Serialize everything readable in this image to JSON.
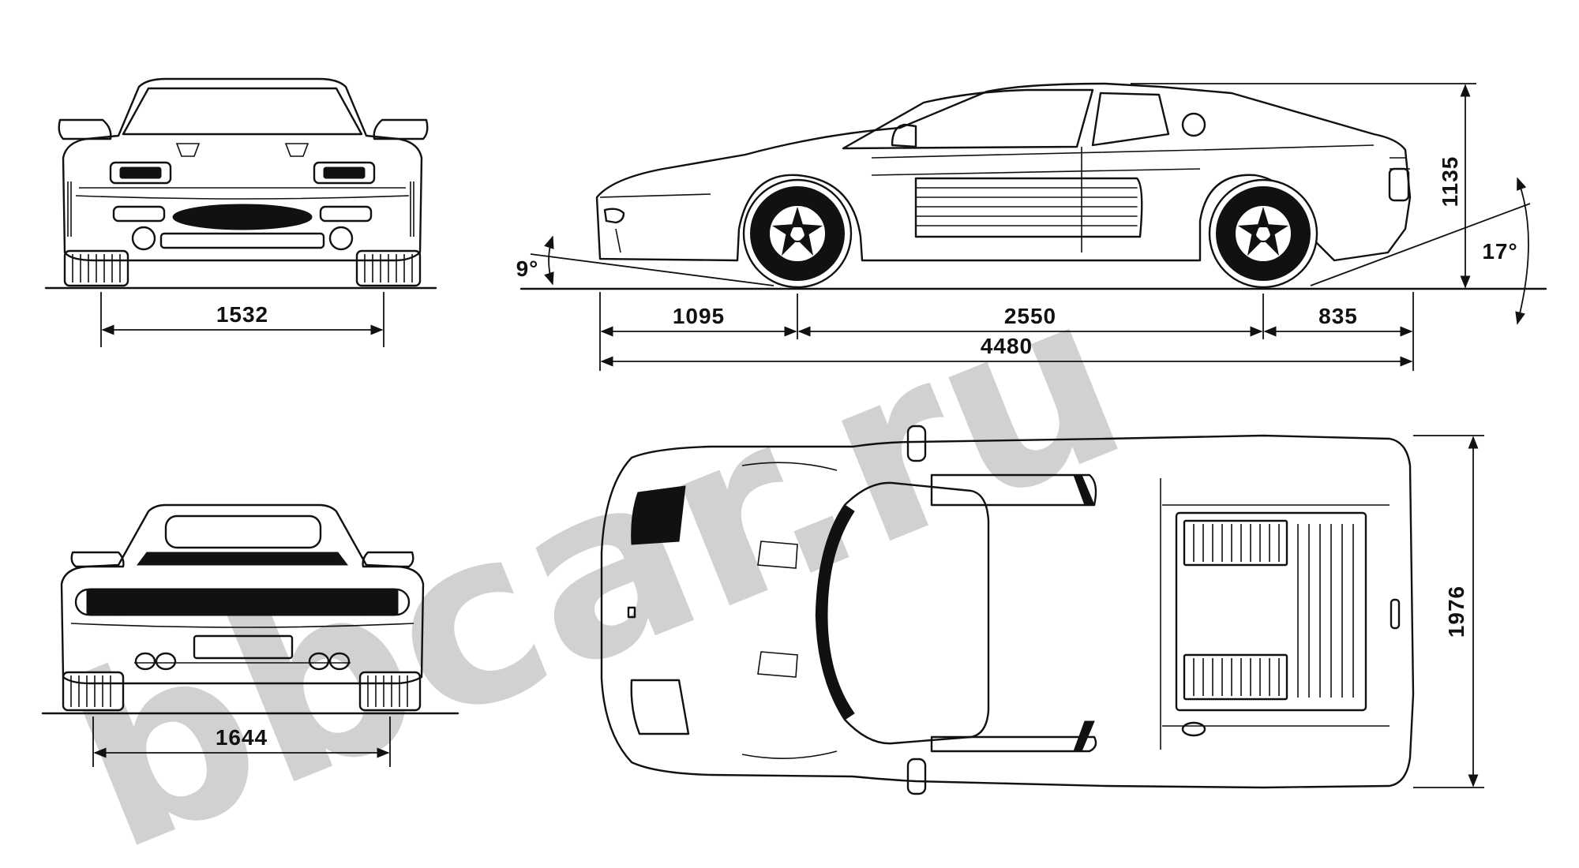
{
  "watermark": {
    "text": "bbcar.ru",
    "color": "#c9c9c9"
  },
  "views": [
    "front",
    "side",
    "rear",
    "top"
  ],
  "dimensions": {
    "front_track": "1532",
    "rear_track": "1644",
    "front_overhang": "1095",
    "wheelbase": "2550",
    "rear_overhang": "835",
    "overall_length": "4480",
    "height": "1135",
    "width": "1976",
    "approach_angle": "9°",
    "departure_angle": "17°"
  },
  "colors": {
    "ink": "#111111",
    "paper": "#ffffff"
  }
}
